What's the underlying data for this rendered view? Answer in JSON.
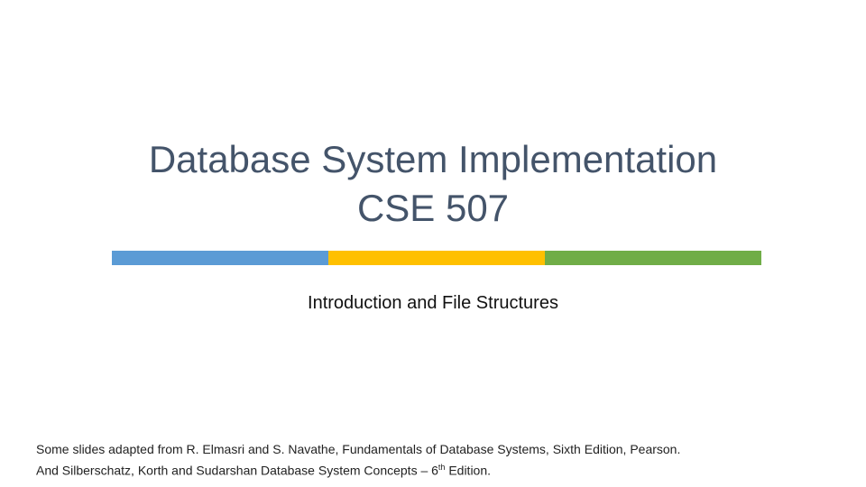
{
  "slide": {
    "title_line1": "Database System Implementation",
    "title_line2": "CSE 507",
    "subtitle": "Introduction and File Structures",
    "bar_colors": [
      "#5b9bd5",
      "#ffc000",
      "#70ad47"
    ],
    "footer": {
      "line1": "Some slides adapted from R. Elmasri and S. Navathe, Fundamentals of Database Systems, Sixth Edition, Pearson.",
      "line2_prefix": "And Silberschatz, Korth and Sudarshan Database System Concepts – 6",
      "line2_sup": "th",
      "line2_suffix": " Edition."
    }
  }
}
